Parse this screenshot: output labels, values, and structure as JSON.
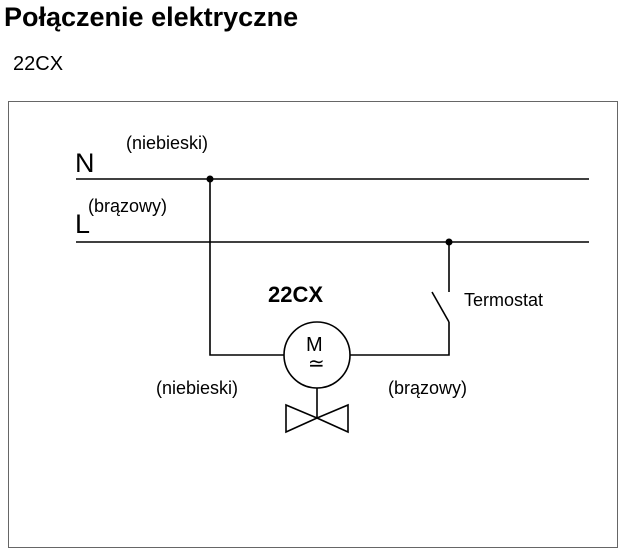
{
  "header": {
    "title": "Połączenie elektryczne",
    "subtitle": "22CX"
  },
  "diagram": {
    "neutral": {
      "letter": "N",
      "color_label": "(niebieski)"
    },
    "live": {
      "letter": "L",
      "color_label": "(brązowy)"
    },
    "model_label": "22CX",
    "thermostat_label": "Termostat",
    "motor_letter": "M",
    "motor_symbol": "≃",
    "left_wire_label": "(niebieski)",
    "right_wire_label": "(brązowy)"
  }
}
